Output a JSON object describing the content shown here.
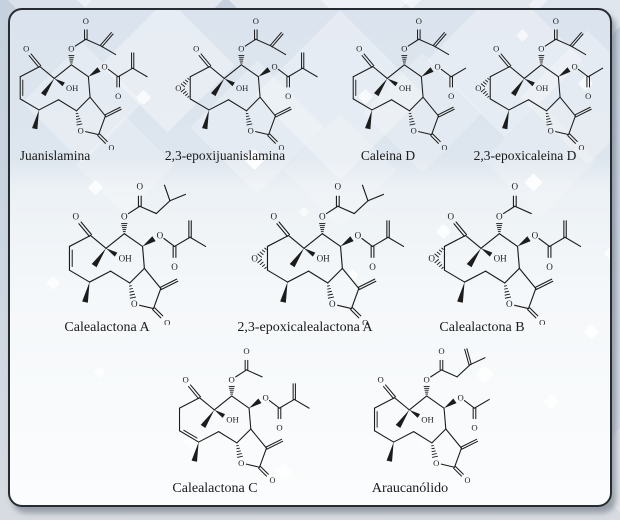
{
  "figure": {
    "kind": "chemical-structure-plate",
    "core_skeleton": "cyclodecene (germacranolide) ring bearing a C1 ketone, C10 hydroxyl and methyl, C4 methyl, fused to an alpha-methylene-gamma-butyrolactone; two ester substituents drawn with stereo wedge/hash bonds"
  },
  "atom_labels": {
    "oxygen": "O",
    "hydroxyl": "OH"
  },
  "compounds": [
    {
      "name": "Juanislamina",
      "ring_a": "2,3-ene",
      "top_ester": "methacrylate",
      "right_ester": "methacrylate"
    },
    {
      "name": "2,3-epoxijuanislamina",
      "ring_a": "2,3-epoxide",
      "top_ester": "methacrylate",
      "right_ester": "methacrylate"
    },
    {
      "name": "Caleina D",
      "ring_a": "2,3-ene",
      "top_ester": "methacrylate",
      "right_ester": "acetate"
    },
    {
      "name": "2,3-epoxicaleina D",
      "ring_a": "2,3-epoxide",
      "top_ester": "methacrylate",
      "right_ester": "acetate"
    },
    {
      "name": "Calealactona A",
      "ring_a": "2,3-ene",
      "top_ester": "isovalerate",
      "right_ester": "methacrylate"
    },
    {
      "name": "2,3-epoxicalealactona A",
      "ring_a": "2,3-epoxide",
      "top_ester": "isovalerate",
      "right_ester": "methacrylate"
    },
    {
      "name": "Calealactona B",
      "ring_a": "2,3-epoxide",
      "top_ester": "acetate",
      "right_ester": "methacrylate"
    },
    {
      "name": "Calealactona C",
      "ring_a": "3,4-ene",
      "top_ester": "acetate",
      "right_ester": "methacrylate"
    },
    {
      "name": "Araucanólido",
      "ring_a": "2,3-ene",
      "top_ester": "3-methylbut-3-enoate",
      "right_ester": "acetate"
    }
  ],
  "colors": {
    "ink": "#1c1c1c",
    "panel_border": "#262c31",
    "panel_bg_top": "#dce4ee",
    "panel_bg_bottom": "#fbfcfd",
    "outer_bg": "#ccd6e1",
    "shadow": "#6a7684"
  }
}
